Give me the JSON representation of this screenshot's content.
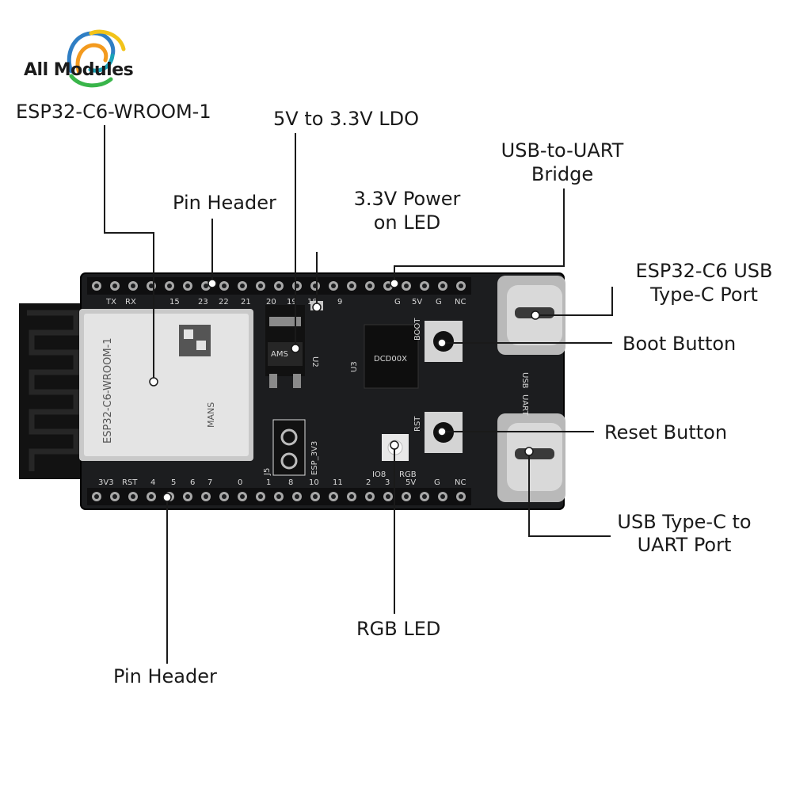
{
  "logo": {
    "text": "All Modules"
  },
  "labels": {
    "module": "ESP32-C6-WROOM-1",
    "ldo": "5V to 3.3V LDO",
    "uart_bridge_1": "USB-to-UART",
    "uart_bridge_2": "Bridge",
    "pin_header_top": "Pin Header",
    "power_led_1": "3.3V Power",
    "power_led_2": "on LED",
    "usb_port_1": "ESP32-C6 USB",
    "usb_port_2": "Type-C Port",
    "boot_button": "Boot Button",
    "reset_button": "Reset Button",
    "uart_port_1": "USB Type-C to",
    "uart_port_2": "UART Port",
    "rgb_led": "RGB LED",
    "pin_header_bottom": "Pin Header"
  },
  "board": {
    "module_marking": "ESP32-C6-WROOM-1",
    "module_brand": "MANS",
    "ldo_marking": "AMS",
    "bridge_marking": "DCD00X",
    "silk": {
      "usb": "USB",
      "uart": "UART",
      "boot": "BOOT",
      "rst": "RST",
      "rgb": "RGB",
      "io8": "IO8",
      "esp3v3": "ESP_3V3",
      "j5": "J5",
      "u2": "U2",
      "u3": "U3"
    },
    "top_pins": [
      "TX",
      "RX",
      "15",
      "23",
      "22",
      "21",
      "20",
      "19",
      "18",
      "9",
      "G",
      "5V",
      "G",
      "NC"
    ],
    "bottom_pins": [
      "3V3",
      "RST",
      "4",
      "5",
      "6",
      "7",
      "0",
      "1",
      "8",
      "10",
      "11",
      "2",
      "3",
      "5V",
      "G",
      "NC"
    ]
  },
  "colors": {
    "pcb": "#1c1d1f",
    "line": "#1a1a1a",
    "label": "#1a1a1a"
  }
}
